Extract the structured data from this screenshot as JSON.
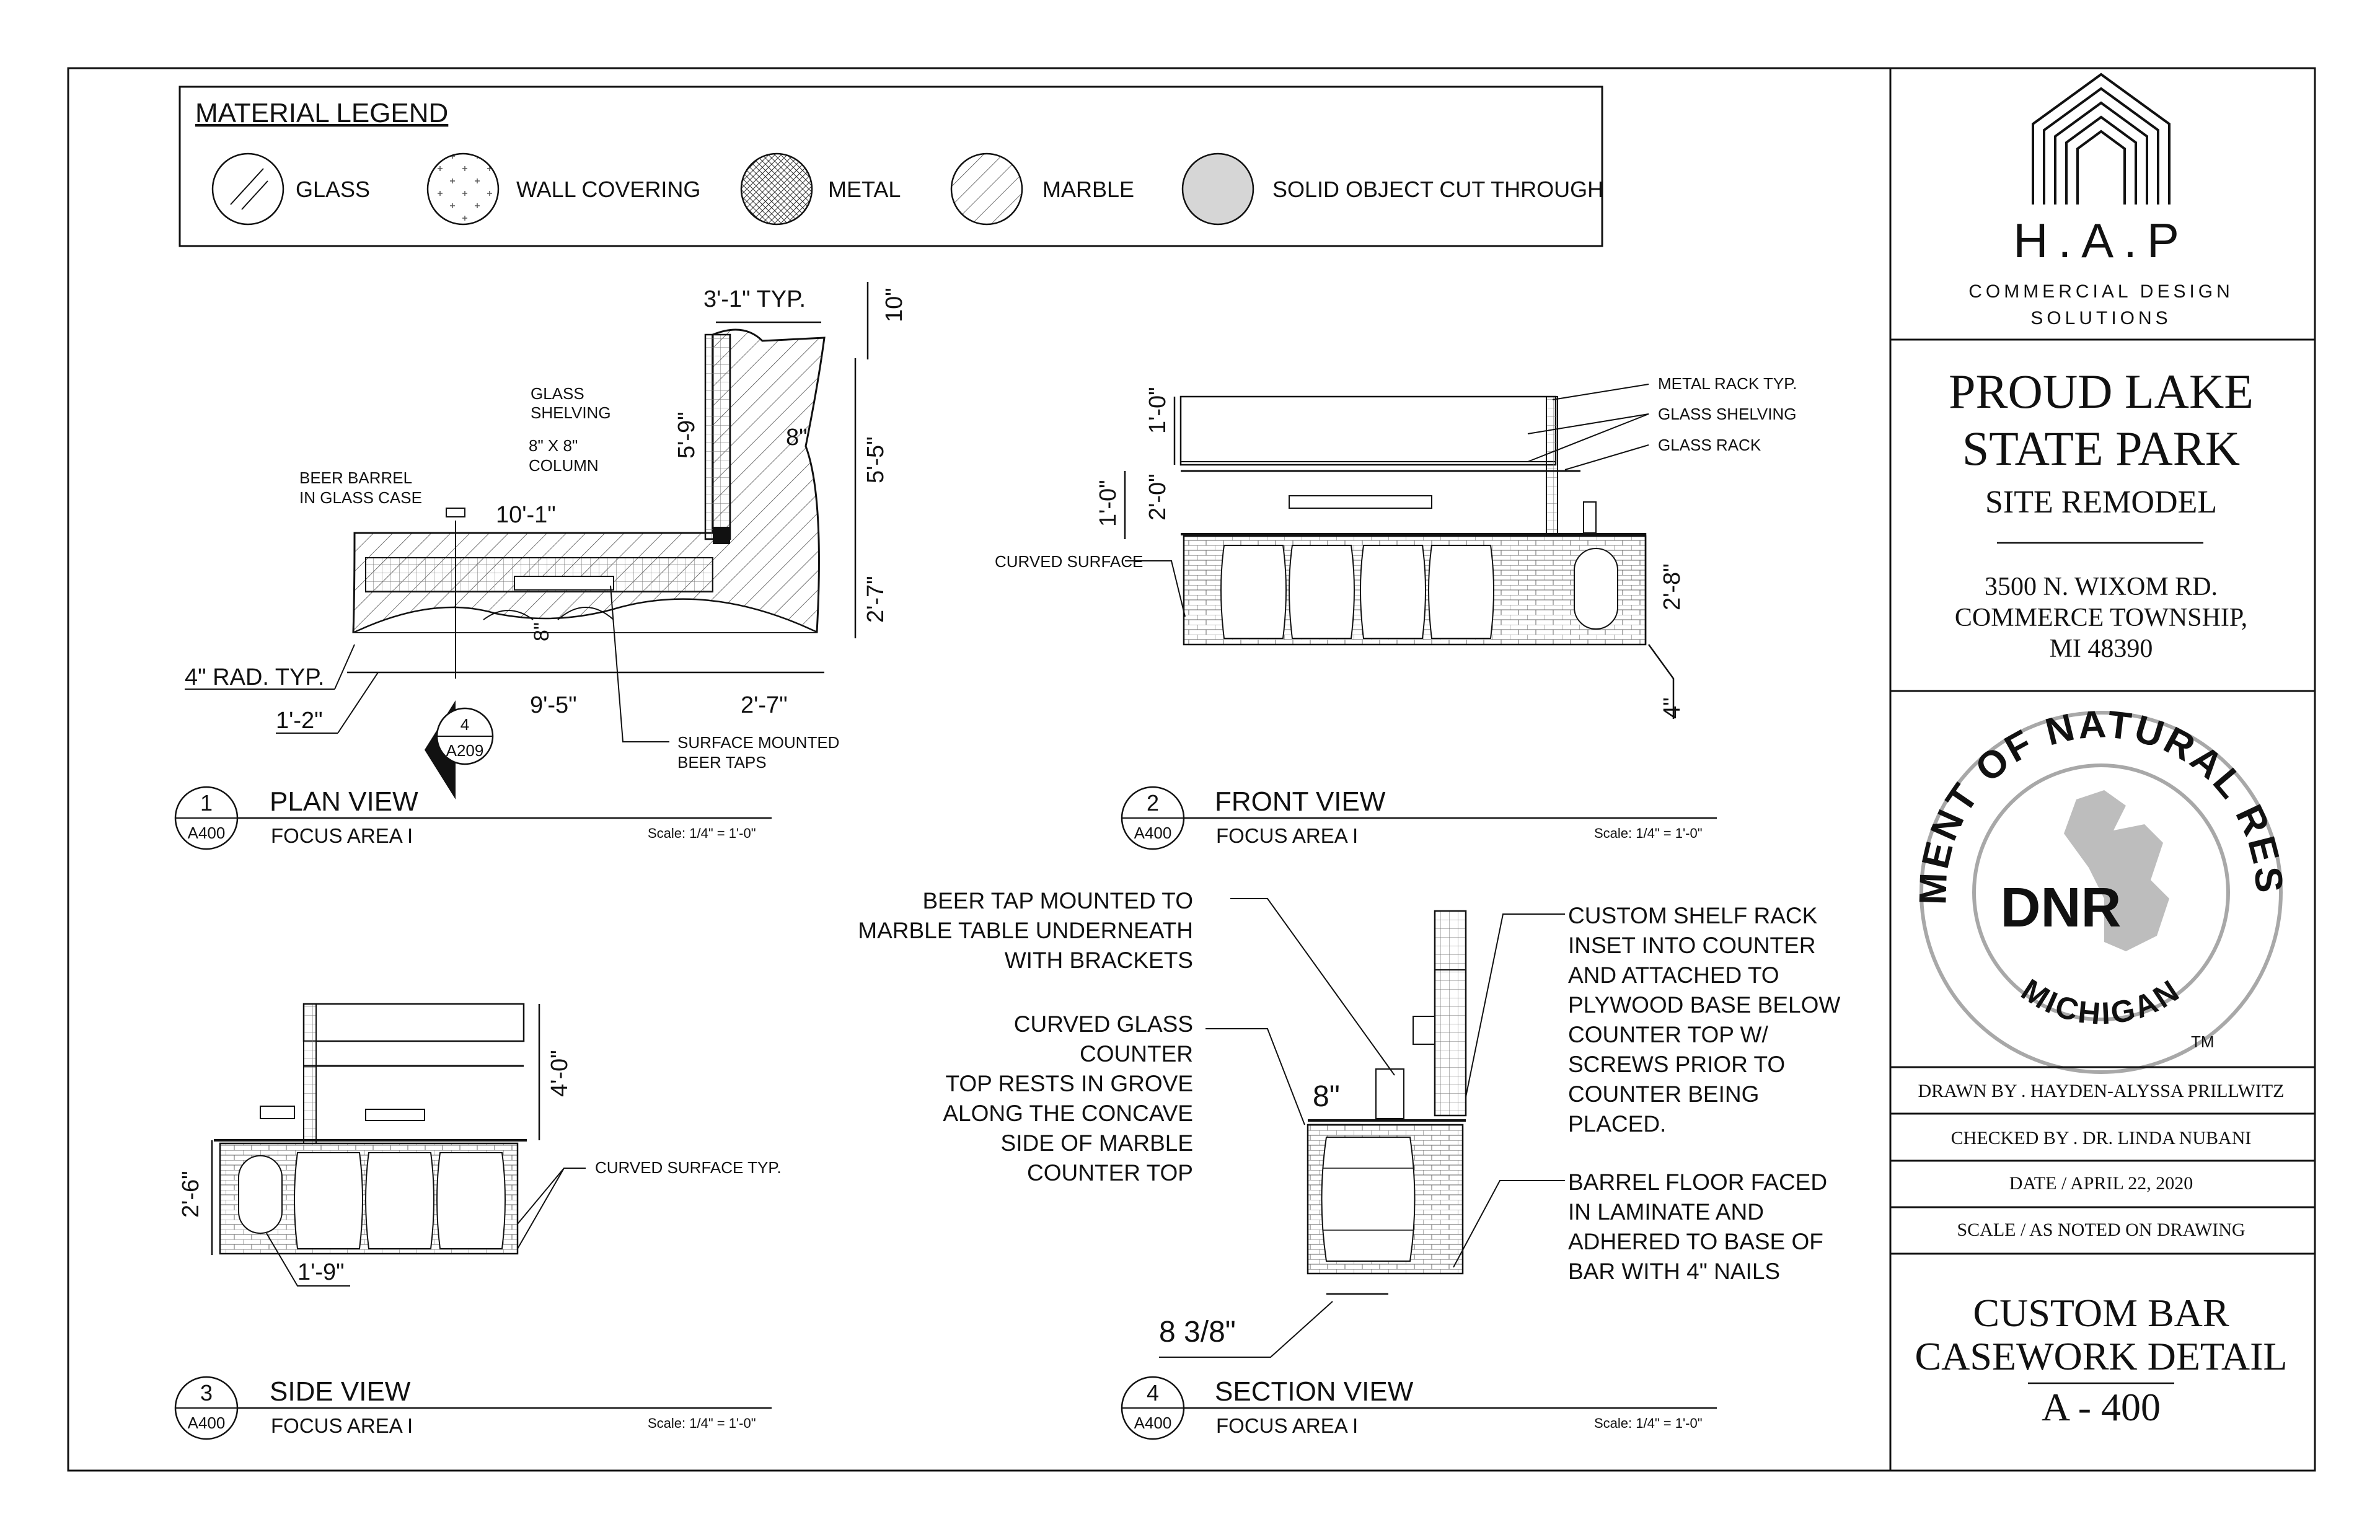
{
  "legend": {
    "title": "MATERIAL LEGEND",
    "items": [
      {
        "label": "GLASS",
        "pattern": "glass"
      },
      {
        "label": "WALL COVERING",
        "pattern": "wall-covering"
      },
      {
        "label": "METAL",
        "pattern": "metal"
      },
      {
        "label": "MARBLE",
        "pattern": "marble"
      },
      {
        "label": "SOLID OBJECT CUT THROUGH",
        "pattern": "solid"
      }
    ]
  },
  "plan": {
    "dims": {
      "typ": "3'-1\" TYP.",
      "ten_in": "10\"",
      "five_nine": "5'-9\"",
      "eight_a": "8\"",
      "five_five": "5'-5\"",
      "ten_one": "10'-1\"",
      "two_seven_v": "2'-7\"",
      "eight_b": "8\"",
      "rad": "4\" RAD. TYP.",
      "one_two": "1'-2\"",
      "nine_five": "9'-5\"",
      "two_seven_h": "2'-7\""
    },
    "notes": {
      "glass_shelving_1": "GLASS",
      "glass_shelving_2": "SHELVING",
      "column_1": "8\" X 8\"",
      "column_2": "COLUMN",
      "barrel_1": "BEER BARREL",
      "barrel_2": "IN GLASS CASE",
      "taps_1": "SURFACE MOUNTED",
      "taps_2": "BEER TAPS"
    },
    "section_tag": {
      "number": "4",
      "sheet": "A209"
    }
  },
  "front": {
    "dims": {
      "one_zero_a": "1'-0\"",
      "one_zero_b": "1'-0\"",
      "two_zero": "2'-0\"",
      "two_eight": "2'-8\"",
      "four": "4\""
    },
    "notes": {
      "metal_rack": "METAL RACK TYP.",
      "glass_shelving": "GLASS SHELVING",
      "glass_rack": "GLASS RACK",
      "curved": "CURVED SURFACE"
    }
  },
  "side": {
    "dims": {
      "four_zero": "4'-0\"",
      "two_six": "2'-6\"",
      "one_nine": "1'-9\""
    },
    "notes": {
      "curved": "CURVED SURFACE TYP."
    }
  },
  "section": {
    "dims": {
      "eight": "8\"",
      "eight_three_eighths": "8 3/8\""
    },
    "notes_left": {
      "tap": [
        "BEER TAP MOUNTED TO",
        "MARBLE TABLE UNDERNEATH",
        "WITH BRACKETS"
      ],
      "glass": [
        "CURVED GLASS",
        "COUNTER",
        "TOP RESTS IN GROVE",
        "ALONG THE CONCAVE",
        "SIDE OF MARBLE",
        "COUNTER TOP"
      ]
    },
    "notes_right": {
      "rack": [
        "CUSTOM SHELF RACK",
        "INSET INTO COUNTER",
        "AND ATTACHED TO",
        "PLYWOOD BASE BELOW",
        "COUNTER TOP W/",
        "SCREWS PRIOR TO",
        "COUNTER BEING",
        "PLACED."
      ],
      "floor": [
        "BARREL FLOOR FACED",
        "IN LAMINATE AND",
        "ADHERED TO BASE OF",
        "BAR WITH 4\" NAILS"
      ]
    }
  },
  "views": [
    {
      "number": "1",
      "sheet": "A400",
      "title": "PLAN VIEW",
      "subtitle": "FOCUS AREA I",
      "scale": "Scale: 1/4\" = 1'-0\""
    },
    {
      "number": "2",
      "sheet": "A400",
      "title": "FRONT VIEW",
      "subtitle": "FOCUS AREA I",
      "scale": "Scale: 1/4\" = 1'-0\""
    },
    {
      "number": "3",
      "sheet": "A400",
      "title": "SIDE VIEW",
      "subtitle": "FOCUS AREA I",
      "scale": "Scale: 1/4\" = 1'-0\""
    },
    {
      "number": "4",
      "sheet": "A400",
      "title": "SECTION VIEW",
      "subtitle": "FOCUS AREA I",
      "scale": "Scale: 1/4\" = 1'-0\""
    }
  ],
  "title_block": {
    "logo_text": "H.A.P",
    "logo_sub_1": "COMMERCIAL DESIGN",
    "logo_sub_2": "SOLUTIONS",
    "project_1": "PROUD LAKE",
    "project_2": "STATE PARK",
    "project_3": "SITE REMODEL",
    "address_1": "3500 N. WIXOM RD.",
    "address_2": "COMMERCE TOWNSHIP,",
    "address_3": "MI 48390",
    "seal_ring": "DEPARTMENT OF NATURAL RESOURCES",
    "seal_bottom": "MICHIGAN",
    "seal_center": "DNR",
    "seal_tm": "TM",
    "drawn_by": "DRAWN BY .  HAYDEN-ALYSSA PRILLWITZ",
    "checked_by": "CHECKED BY .  DR. LINDA NUBANI",
    "date": "DATE / APRIL 22, 2020",
    "scale": "SCALE / AS NOTED ON DRAWING",
    "sheet_title_1": "CUSTOM BAR",
    "sheet_title_2": "CASEWORK DETAIL",
    "sheet_number": "A - 400"
  }
}
